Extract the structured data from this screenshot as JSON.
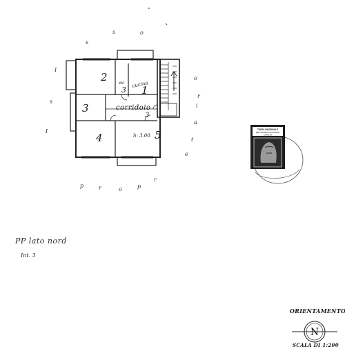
{
  "plan": {
    "rooms": [
      {
        "label": "2"
      },
      {
        "label": "1"
      },
      {
        "label": "3"
      },
      {
        "label": "4"
      },
      {
        "label": "5"
      },
      {
        "label": "3"
      },
      {
        "label": "3"
      }
    ],
    "room_notes": {
      "kitchen": "cucina",
      "bath": "wc",
      "corridor": "corridoio",
      "height": "h: 3.00"
    },
    "surrounding_text": {
      "top": [
        "s",
        "s",
        "o"
      ],
      "left": [
        "I",
        "s",
        "I"
      ],
      "right": [
        "o",
        "r",
        "i",
        "a",
        "t",
        "e"
      ],
      "bottom": [
        "p",
        "r",
        "o",
        "p",
        "r"
      ]
    }
  },
  "stamp": {
    "lines": [
      "TASSA NAZIONALE",
      "PER VISURA IPOTECARIA",
      "CATASTO"
    ]
  },
  "notes": {
    "lato": "PP lato nord",
    "int": "Int. 3"
  },
  "legend": {
    "orientation": "ORIENTAMENTO",
    "north": "N",
    "scale": "SCALA DI 1:200"
  }
}
